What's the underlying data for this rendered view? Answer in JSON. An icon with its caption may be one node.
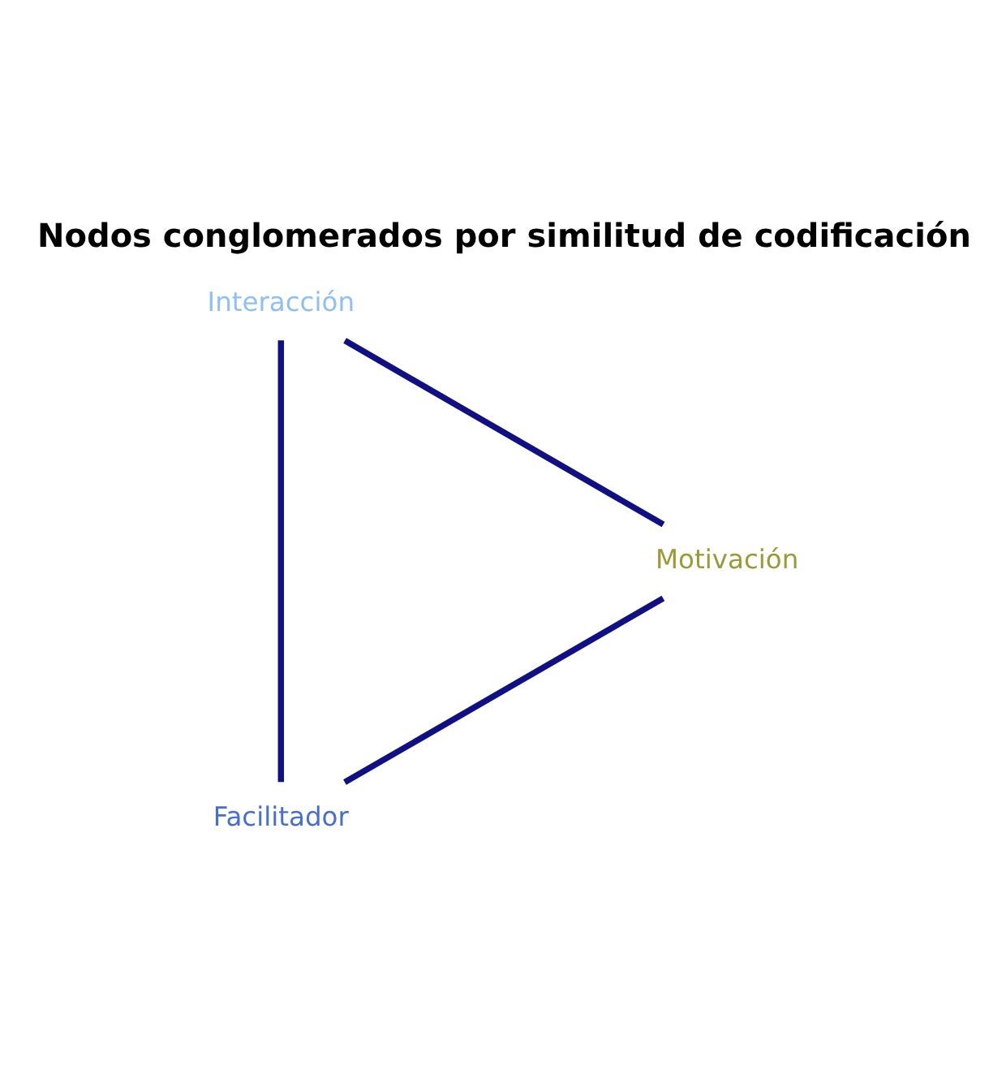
{
  "diagram": {
    "title": "Nodos conglomerados por similitud de codificación",
    "nodes": [
      {
        "text": [
          "Facilitador"
        ]
      },
      {
        "text": [
          "Motivación"
        ]
      },
      {
        "text": [
          "Interacción"
        ]
      }
    ],
    "edges": [
      {
        "from": 0,
        "to": 2,
        "arrow": "none"
      },
      {
        "from": 2,
        "to": 1,
        "arrow": "none"
      },
      {
        "from": 1,
        "to": 0,
        "arrow": "none"
      }
    ]
  }
}
